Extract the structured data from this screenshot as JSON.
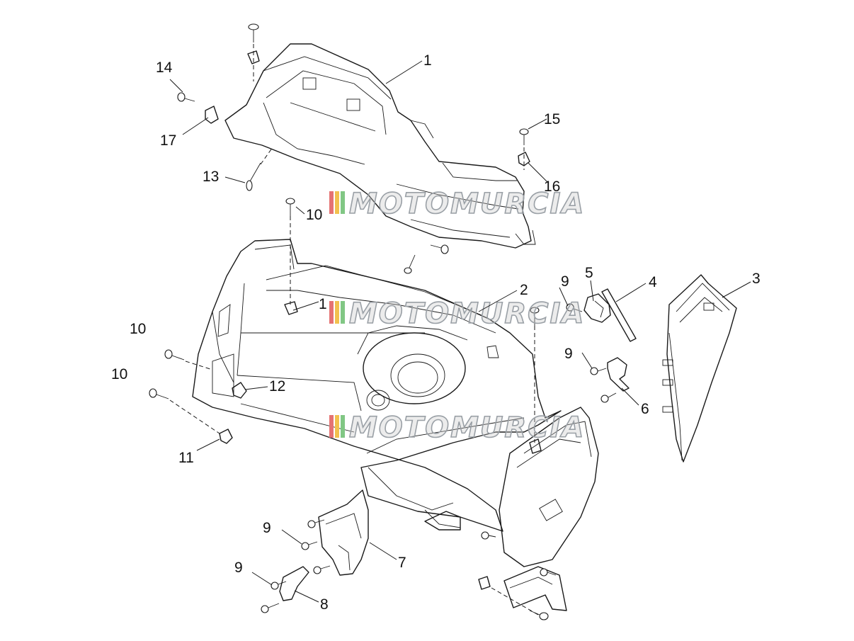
{
  "watermark": {
    "text": "MOTOMURCIA",
    "stripe_colors": [
      "#e57373",
      "#f2c14e",
      "#81c784"
    ]
  },
  "callouts": {
    "c1": "1",
    "c1b": "1",
    "c2": "2",
    "c3": "3",
    "c4": "4",
    "c5": "5",
    "c6": "6",
    "c7": "7",
    "c8": "8",
    "c9a": "9",
    "c9b": "9",
    "c9c": "9",
    "c9d": "9",
    "c10a": "10",
    "c10b": "10",
    "c10c": "10",
    "c11": "11",
    "c12": "12",
    "c13": "13",
    "c14": "14",
    "c15": "15",
    "c16": "16",
    "c17": "17"
  }
}
